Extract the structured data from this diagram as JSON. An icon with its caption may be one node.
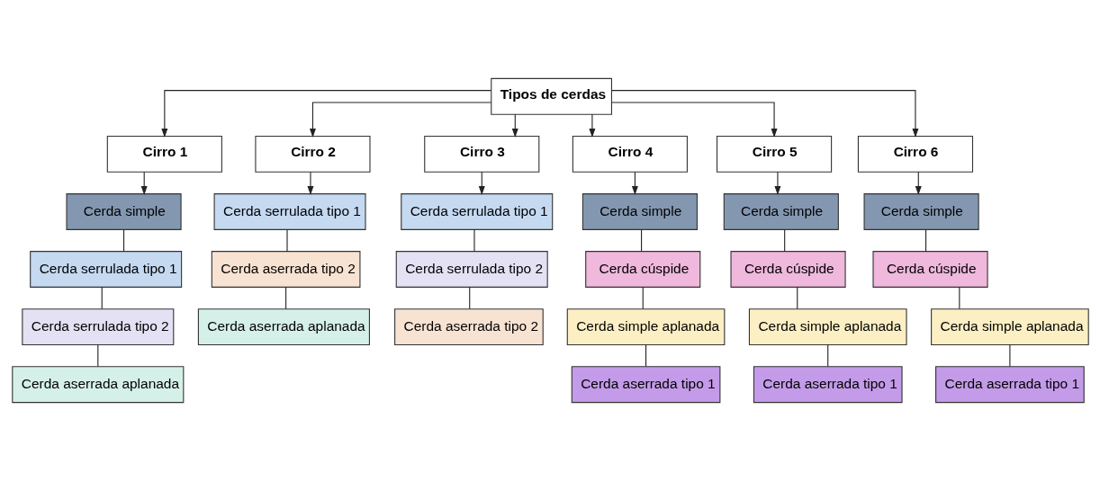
{
  "diagram": {
    "nodes": [
      {
        "text": [
          "Tipos de cerdas"
        ]
      },
      {
        "text": [
          "Cirro 1"
        ]
      },
      {
        "text": [
          "Cirro 2"
        ]
      },
      {
        "text": [
          "Cirro 3"
        ]
      },
      {
        "text": [
          "Cirro 4"
        ]
      },
      {
        "text": [
          "Cirro 5"
        ]
      },
      {
        "text": [
          "Cirro 6"
        ]
      },
      {
        "text": [
          "Cerda simple"
        ]
      },
      {
        "text": [
          "Cerda serrulada tipo 1"
        ]
      },
      {
        "text": [
          "Cerda serrulada tipo 2"
        ]
      },
      {
        "text": [
          "Cerda aserrada aplanada"
        ]
      },
      {
        "text": [
          "Cerda serrulada tipo 1"
        ]
      },
      {
        "text": [
          "Cerda aserrada tipo 2"
        ]
      },
      {
        "text": [
          "Cerda aserrada aplanada"
        ]
      },
      {
        "text": [
          "Cerda serrulada tipo 1"
        ]
      },
      {
        "text": [
          "Cerda serrulada tipo 2"
        ]
      },
      {
        "text": [
          "Cerda aserrada tipo 2"
        ]
      },
      {
        "text": [
          "Cerda simple"
        ]
      },
      {
        "text": [
          "Cerda cúspide"
        ]
      },
      {
        "text": [
          "Cerda simple aplanada"
        ]
      },
      {
        "text": [
          "Cerda aserrada tipo 1"
        ]
      },
      {
        "text": [
          "Cerda simple"
        ]
      },
      {
        "text": [
          "Cerda cúspide"
        ]
      },
      {
        "text": [
          "Cerda simple aplanada"
        ]
      },
      {
        "text": [
          "Cerda aserrada tipo 1"
        ]
      },
      {
        "text": [
          "Cerda simple"
        ]
      },
      {
        "text": [
          "Cerda cúspide"
        ]
      },
      {
        "text": [
          "Cerda simple aplanada"
        ]
      },
      {
        "text": [
          "Cerda aserrada tipo 1"
        ]
      }
    ],
    "edges": [
      {
        "from": 0,
        "to": 1,
        "arrow": "to"
      },
      {
        "from": 0,
        "to": 2,
        "arrow": "to"
      },
      {
        "from": 0,
        "to": 3,
        "arrow": "to"
      },
      {
        "from": 0,
        "to": 4,
        "arrow": "to"
      },
      {
        "from": 0,
        "to": 5,
        "arrow": "to"
      },
      {
        "from": 0,
        "to": 6,
        "arrow": "to"
      },
      {
        "from": 1,
        "to": 7,
        "arrow": "to"
      },
      {
        "from": 7,
        "to": 8,
        "arrow": "none"
      },
      {
        "from": 8,
        "to": 9,
        "arrow": "none"
      },
      {
        "from": 9,
        "to": 10,
        "arrow": "none"
      },
      {
        "from": 2,
        "to": 11,
        "arrow": "to"
      },
      {
        "from": 11,
        "to": 12,
        "arrow": "none"
      },
      {
        "from": 12,
        "to": 13,
        "arrow": "none"
      },
      {
        "from": 3,
        "to": 14,
        "arrow": "to"
      },
      {
        "from": 14,
        "to": 15,
        "arrow": "none"
      },
      {
        "from": 15,
        "to": 16,
        "arrow": "none"
      },
      {
        "from": 4,
        "to": 17,
        "arrow": "to"
      },
      {
        "from": 17,
        "to": 18,
        "arrow": "none"
      },
      {
        "from": 18,
        "to": 19,
        "arrow": "none"
      },
      {
        "from": 19,
        "to": 20,
        "arrow": "none"
      },
      {
        "from": 5,
        "to": 21,
        "arrow": "to"
      },
      {
        "from": 21,
        "to": 22,
        "arrow": "none"
      },
      {
        "from": 22,
        "to": 23,
        "arrow": "none"
      },
      {
        "from": 23,
        "to": 24,
        "arrow": "none"
      },
      {
        "from": 6,
        "to": 25,
        "arrow": "to"
      },
      {
        "from": 25,
        "to": 26,
        "arrow": "none"
      },
      {
        "from": 26,
        "to": 27,
        "arrow": "none"
      },
      {
        "from": 27,
        "to": 28,
        "arrow": "none"
      }
    ]
  }
}
